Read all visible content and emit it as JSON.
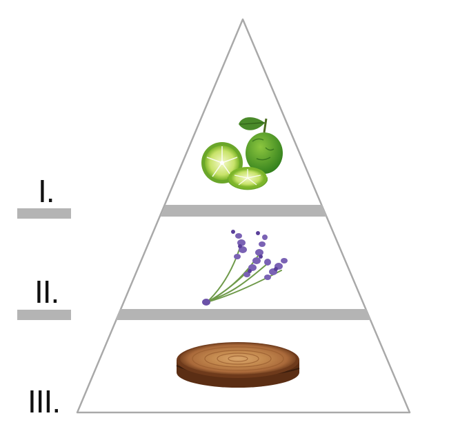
{
  "pyramid": {
    "colors": {
      "outline": "#a9a9a9",
      "band": "#b4b4b4",
      "label": "#111111",
      "background": "#ffffff"
    },
    "tiers": [
      {
        "numeral": "I.",
        "illustration": "bergamot-citrus-icon"
      },
      {
        "numeral": "II.",
        "illustration": "lavender-sprig-icon"
      },
      {
        "numeral": "III.",
        "illustration": "wood-slice-icon"
      }
    ]
  }
}
